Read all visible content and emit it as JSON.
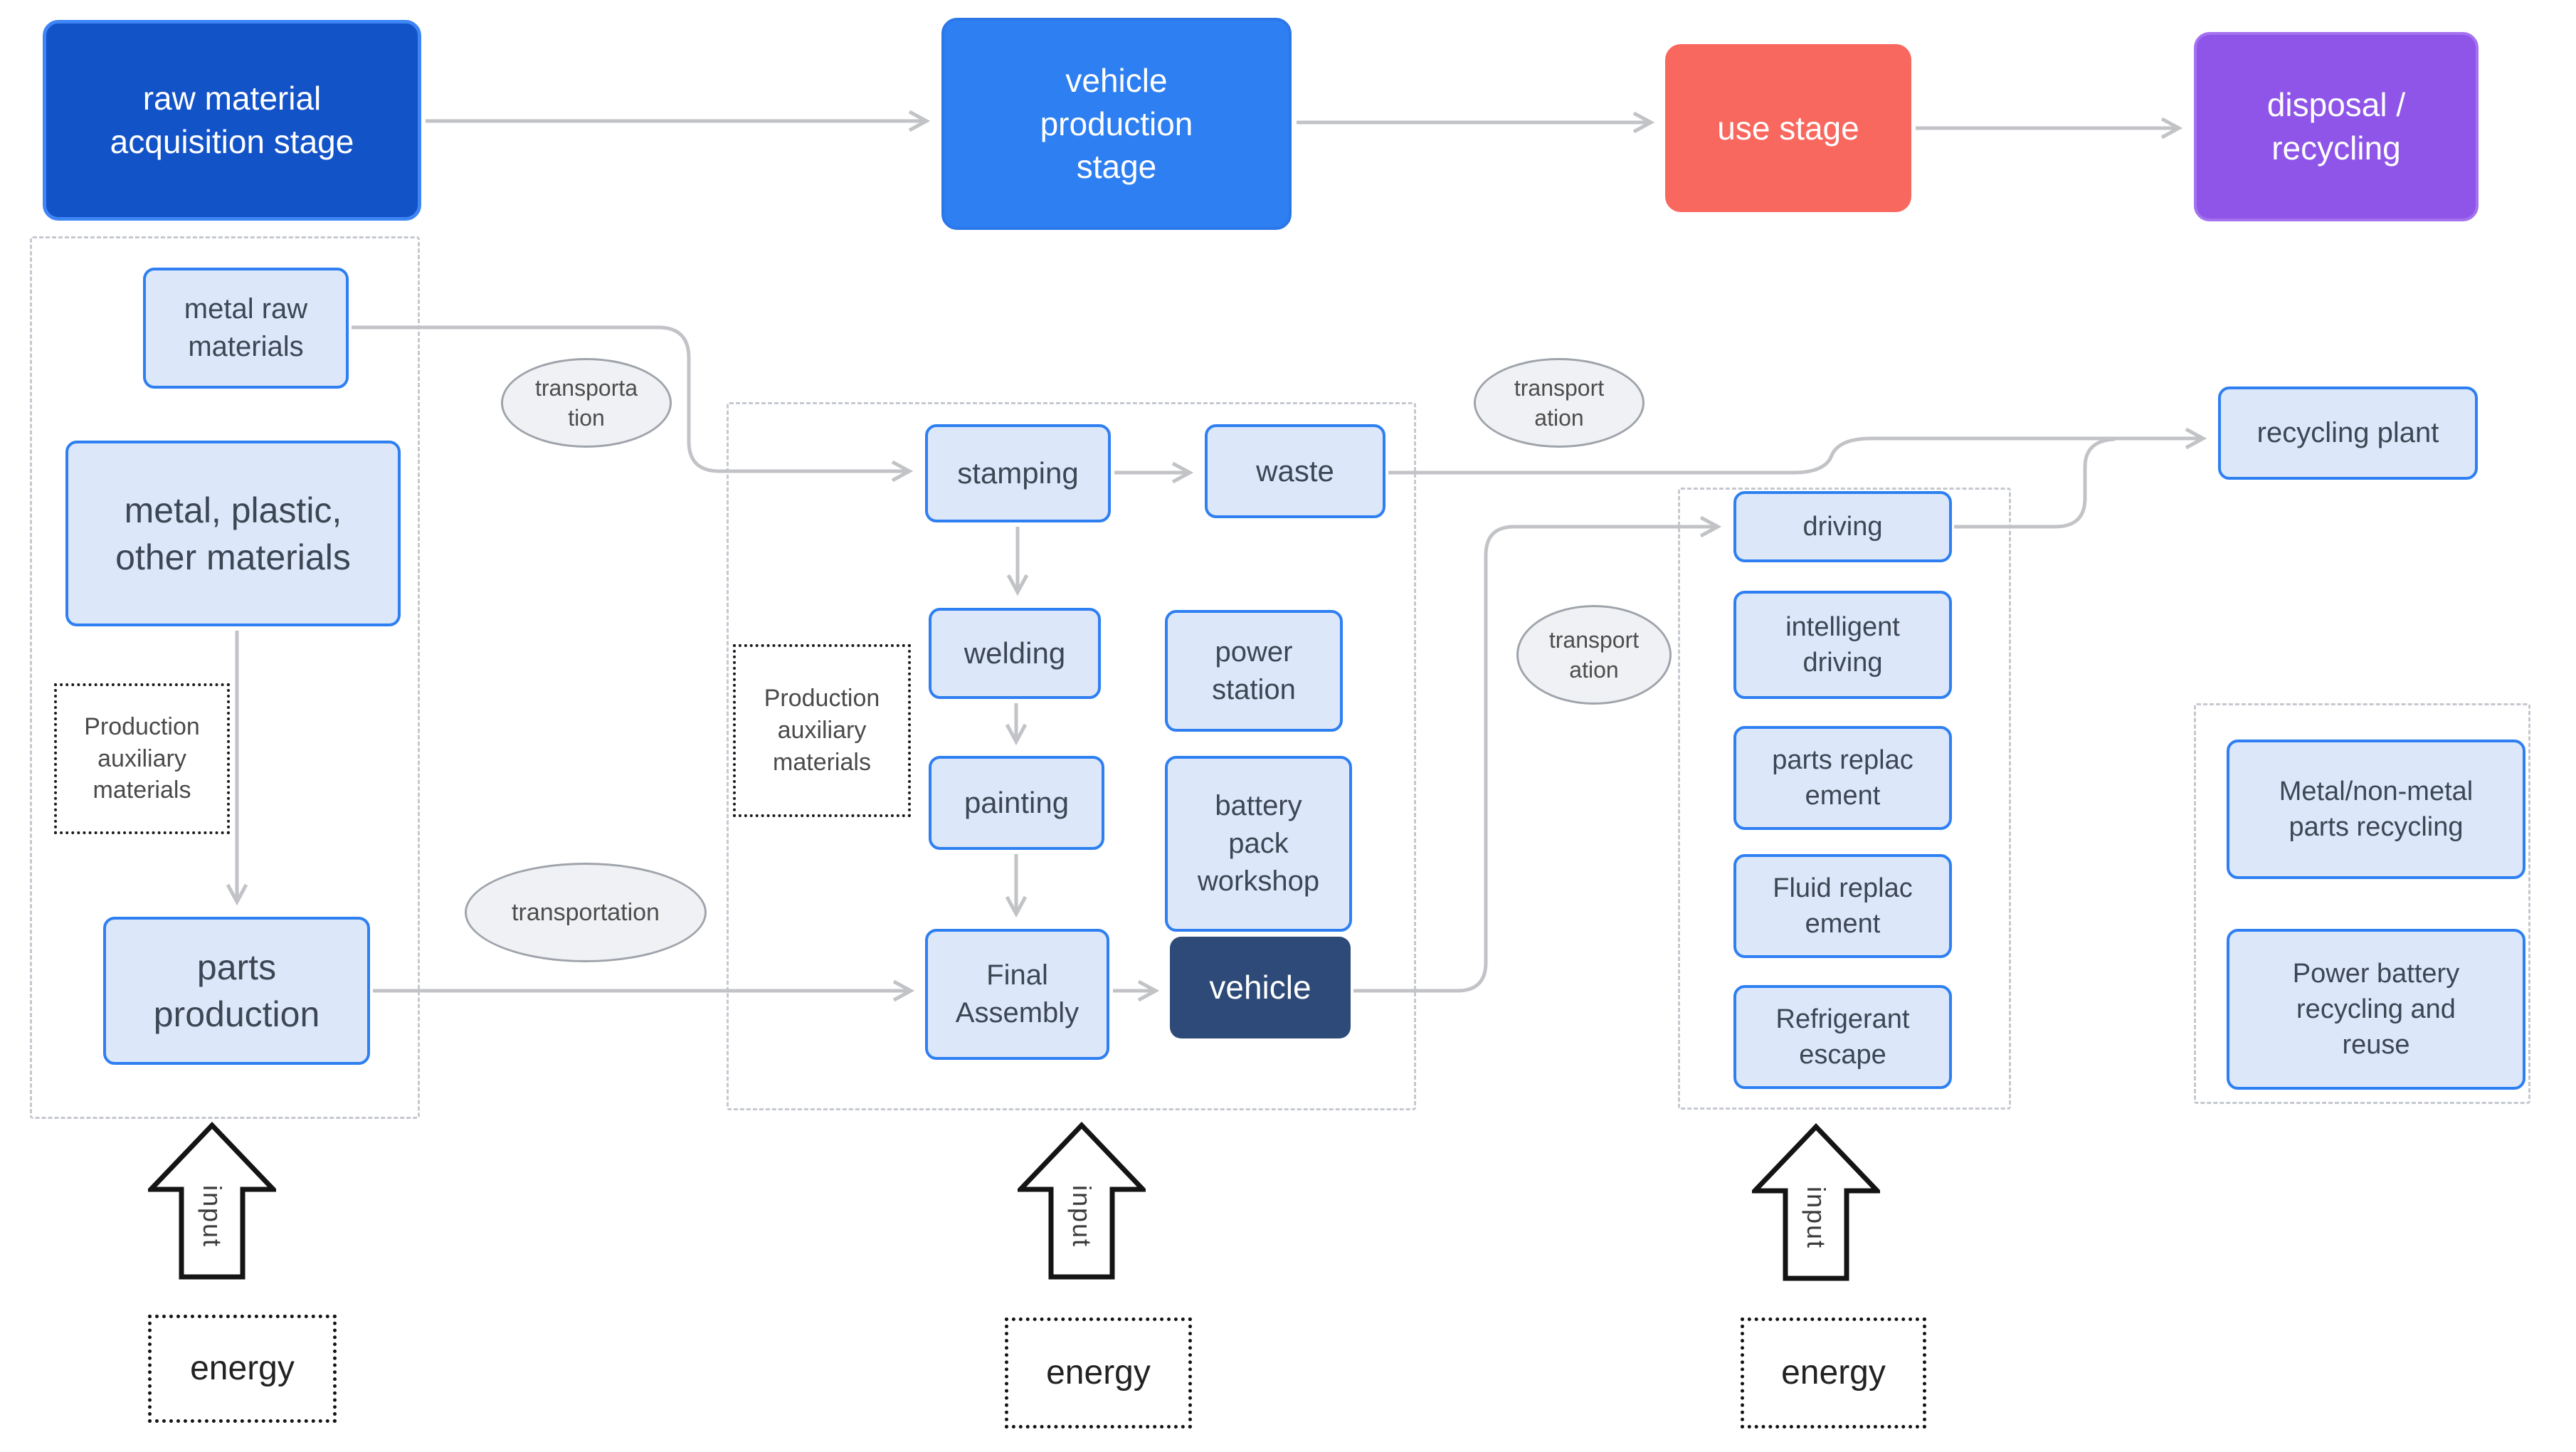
{
  "title": "vehicle life cycle assessment flow diagram",
  "colors": {
    "stage_raw_bg": "#1353C8",
    "stage_production_bg": "#2E7FF2",
    "stage_use_bg": "#F9685F",
    "stage_disposal_bg": "#8F55E8",
    "node_fill": "#dce8fa",
    "node_border": "#2E7FF2",
    "vehicle_node_bg": "#2E4A78",
    "connector_gray": "#c2c3c7",
    "ellipse_fill": "#f0f1f4"
  },
  "stages": {
    "raw": {
      "label": "raw material\nacquisition stage"
    },
    "production": {
      "label": "vehicle\nproduction\nstage"
    },
    "use": {
      "label": "use stage"
    },
    "disposal": {
      "label": "disposal /\nrecycling"
    }
  },
  "raw_section": {
    "metal_raw": "metal raw\nmaterials",
    "metal_plastic": "metal, plastic,\nother materials",
    "production_aux": "Production\nauxiliary\nmaterials",
    "parts_production": "parts\nproduction"
  },
  "transport": {
    "t1": "transporta\ntion",
    "t2": "transportation",
    "t3": "transport\nation",
    "t4": "transport\nation"
  },
  "production_section": {
    "stamping": "stamping",
    "waste": "waste",
    "welding": "welding",
    "production_aux": "Production\nauxiliary\nmaterials",
    "painting": "painting",
    "power_station": "power\nstation",
    "battery_pack": "battery\npack\nworkshop",
    "final_assembly": "Final\nAssembly",
    "vehicle": "vehicle"
  },
  "use_section": {
    "driving": "driving",
    "intelligent_driving": "intelligent\ndriving",
    "parts_replacement": "parts replac\nement",
    "fluid_replacement": "Fluid replac\nement",
    "refrigerant_escape": "Refrigerant\nescape"
  },
  "recycling_section": {
    "recycling_plant": "recycling plant",
    "metal_recycling": "Metal/non-metal\nparts recycling",
    "battery_recycling": "Power battery\nrecycling and\nreuse"
  },
  "bottom": {
    "input_label": "input",
    "energy_label": "energy"
  }
}
